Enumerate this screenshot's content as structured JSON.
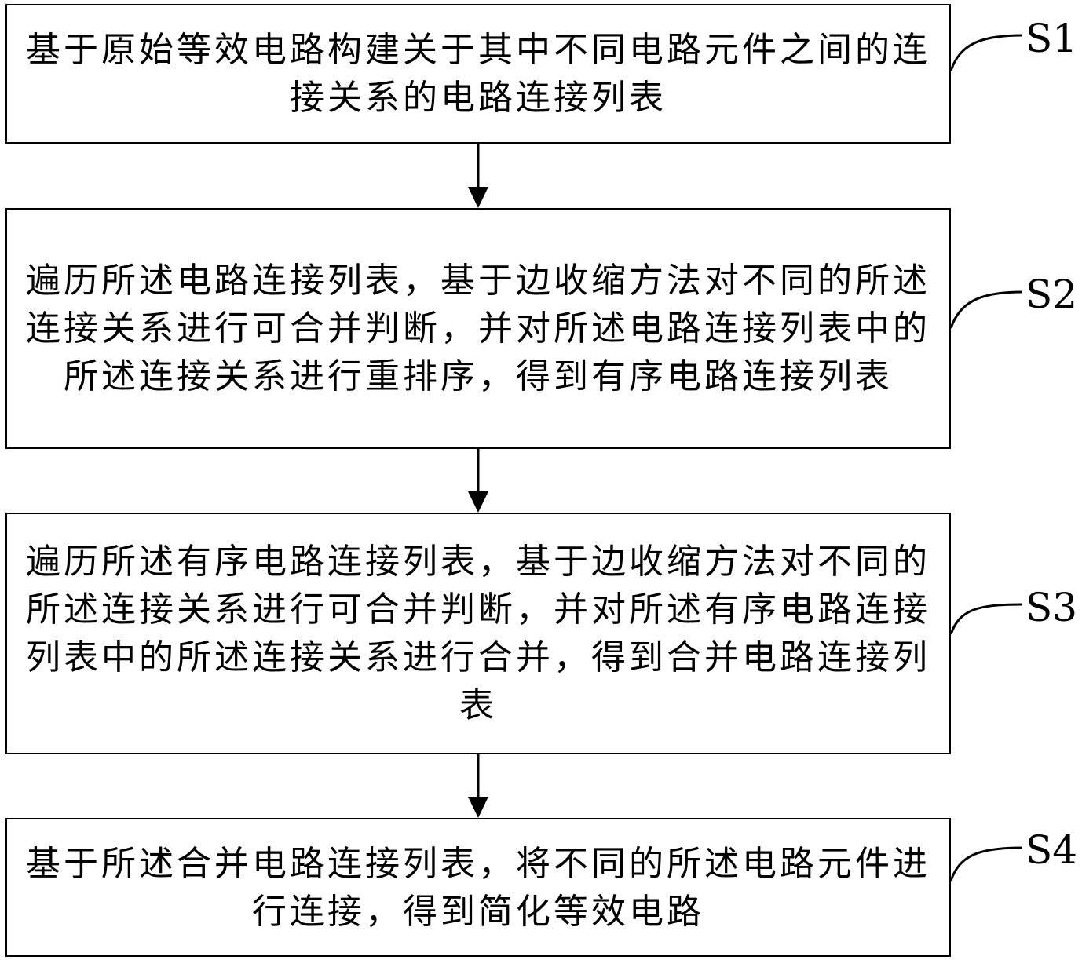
{
  "steps": [
    {
      "id": "S1",
      "label": "S1",
      "text": "基于原始等效电路构建关于其中不同电路元件之间的连接关系的电路连接列表"
    },
    {
      "id": "S2",
      "label": "S2",
      "text": "遍历所述电路连接列表，基于边收缩方法对不同的所述连接关系进行可合并判断，并对所述电路连接列表中的所述连接关系进行重排序，得到有序电路连接列表"
    },
    {
      "id": "S3",
      "label": "S3",
      "text": "遍历所述有序电路连接列表，基于边收缩方法对不同的所述连接关系进行可合并判断，并对所述有序电路连接列表中的所述连接关系进行合并，得到合并电路连接列表"
    },
    {
      "id": "S4",
      "label": "S4",
      "text": "基于所述合并电路连接列表，将不同的所述电路元件进行连接，得到简化等效电路"
    }
  ]
}
